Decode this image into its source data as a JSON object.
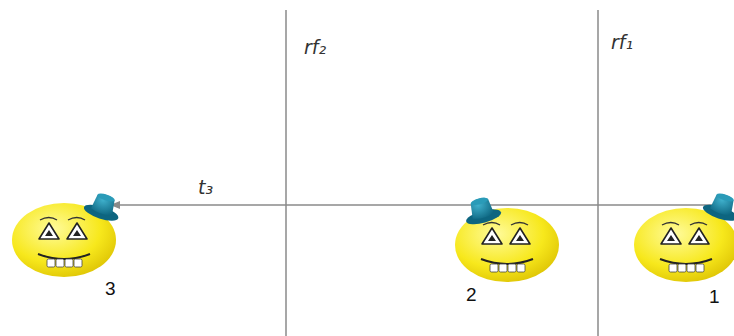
{
  "diagram": {
    "nodes": [
      {
        "text": [
          "3"
        ]
      },
      {
        "text": [
          "2"
        ]
      },
      {
        "text": [
          "1"
        ]
      }
    ],
    "edges": [
      {
        "from": 2,
        "to": 0,
        "arrow": "to",
        "label": "t₃"
      }
    ],
    "labels": [
      "rf₂",
      "rf₁"
    ]
  }
}
